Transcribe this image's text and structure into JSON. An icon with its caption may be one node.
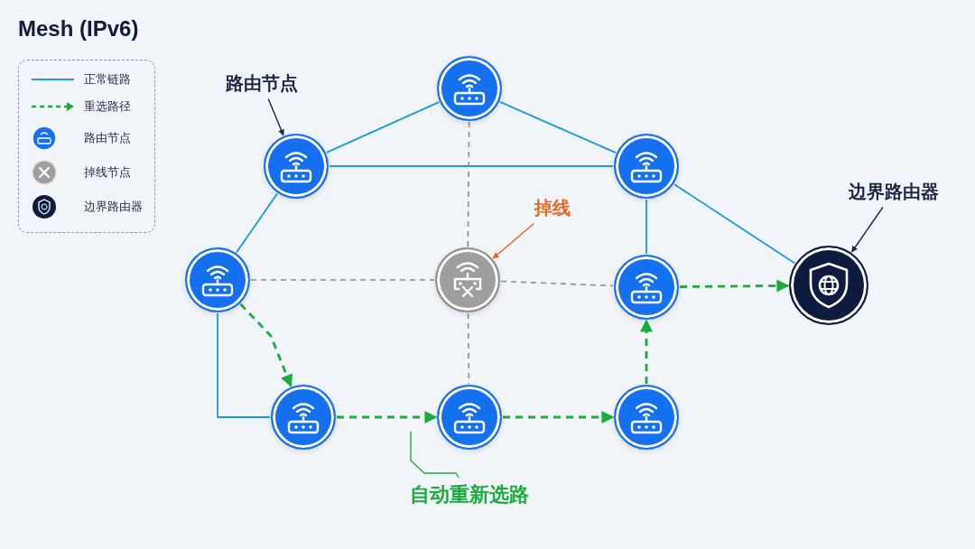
{
  "diagram": {
    "title": "Mesh (IPv6)",
    "nodes": [
      {
        "text": [],
        "shape": "circle"
      },
      {
        "text": [],
        "shape": "circle"
      },
      {
        "text": [],
        "shape": "circle"
      },
      {
        "text": [],
        "shape": "circle"
      },
      {
        "text": [],
        "shape": "circle"
      },
      {
        "text": [],
        "shape": "circle"
      },
      {
        "text": [],
        "shape": "circle"
      },
      {
        "text": [],
        "shape": "circle"
      },
      {
        "text": [],
        "shape": "circle"
      },
      {
        "text": [],
        "shape": "circle"
      },
      {
        "text": [
          "路由节点"
        ]
      },
      {
        "text": [
          "掉线"
        ]
      },
      {
        "text": [
          "边界路由器"
        ]
      },
      {
        "text": [
          "自动重新选路"
        ]
      }
    ],
    "edges": [
      {
        "from": 1,
        "to": 0,
        "arrow": "none"
      },
      {
        "from": 0,
        "to": 2,
        "arrow": "none"
      },
      {
        "from": 1,
        "to": 2,
        "arrow": "none"
      },
      {
        "from": 3,
        "to": 1,
        "arrow": "none"
      },
      {
        "from": 2,
        "to": 5,
        "arrow": "none"
      },
      {
        "from": 2,
        "to": 9,
        "arrow": "none"
      },
      {
        "from": 3,
        "to": 6,
        "arrow": "none"
      },
      {
        "from": 0,
        "to": 4,
        "arrow": "none",
        "style": "dashed",
        "color": "#8c8c8c"
      },
      {
        "from": 3,
        "to": 4,
        "arrow": "none",
        "style": "dashed",
        "color": "#8c8c8c"
      },
      {
        "from": 4,
        "to": 5,
        "arrow": "none",
        "style": "dashed",
        "color": "#8c8c8c"
      },
      {
        "from": 4,
        "to": 7,
        "arrow": "none",
        "style": "dashed",
        "color": "#8c8c8c"
      },
      {
        "from": 3,
        "to": 6,
        "arrow": "to",
        "style": "dashed",
        "color": "#1aab3c"
      },
      {
        "from": 6,
        "to": 7,
        "arrow": "to",
        "style": "dashed",
        "color": "#1aab3c"
      },
      {
        "from": 7,
        "to": 8,
        "arrow": "to",
        "style": "dashed",
        "color": "#1aab3c"
      },
      {
        "from": 8,
        "to": 5,
        "arrow": "to",
        "style": "dashed",
        "color": "#1aab3c"
      },
      {
        "from": 5,
        "to": 9,
        "arrow": "to",
        "style": "dashed",
        "color": "#1aab3c"
      },
      {
        "from": 10,
        "to": 1,
        "arrow": "to",
        "color": "#1a2340"
      },
      {
        "from": 11,
        "to": 4,
        "arrow": "to",
        "color": "#e8651a"
      },
      {
        "from": 12,
        "to": 9,
        "arrow": "to",
        "color": "#1a2340"
      },
      {
        "from": 13,
        "to": null,
        "arrow": "none",
        "color": "#1aab3c"
      }
    ],
    "legend": [
      {
        "text": "正常链路"
      },
      {
        "text": "重选路径"
      },
      {
        "text": "路由节点"
      },
      {
        "text": "掉线节点"
      },
      {
        "text": "边界路由器"
      }
    ]
  }
}
